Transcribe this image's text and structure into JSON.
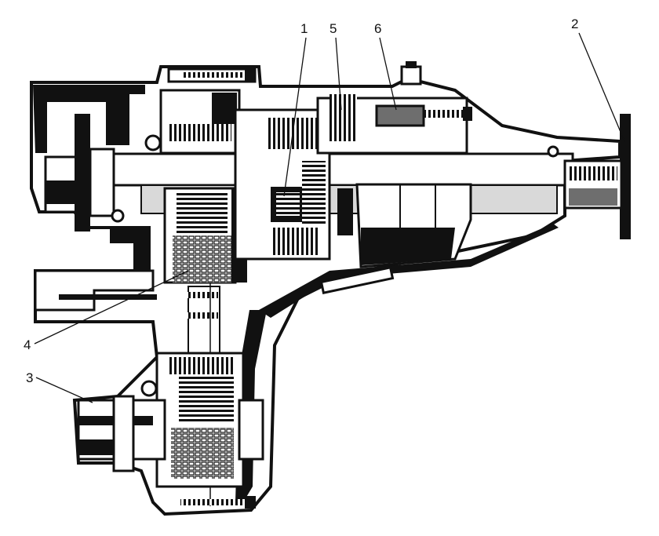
{
  "diagram": {
    "callouts": [
      {
        "id": "1",
        "label": "1"
      },
      {
        "id": "2",
        "label": "2"
      },
      {
        "id": "3",
        "label": "3"
      },
      {
        "id": "4",
        "label": "4"
      },
      {
        "id": "5",
        "label": "5"
      },
      {
        "id": "6",
        "label": "6"
      }
    ]
  },
  "colors": {
    "ink": "#111111",
    "paper": "#ffffff",
    "shade": "#6e6e6e",
    "light": "#d9d9d9"
  }
}
